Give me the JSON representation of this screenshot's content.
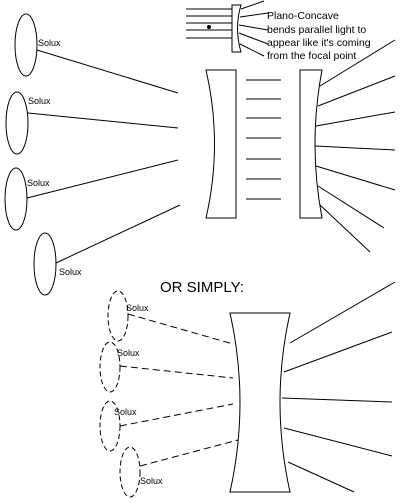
{
  "diagram": {
    "annotation": {
      "lines": [
        "Plano-Concave",
        "bends parallel light to",
        "appear like it's coming",
        "from the focal point"
      ]
    },
    "top_lamps": [
      "Solux",
      "Solux",
      "Solux",
      "Solux"
    ],
    "separator_label": "OR SIMPLY:",
    "bottom_lamps": [
      "Solux",
      "Solux",
      "Solux",
      "Solux"
    ]
  }
}
